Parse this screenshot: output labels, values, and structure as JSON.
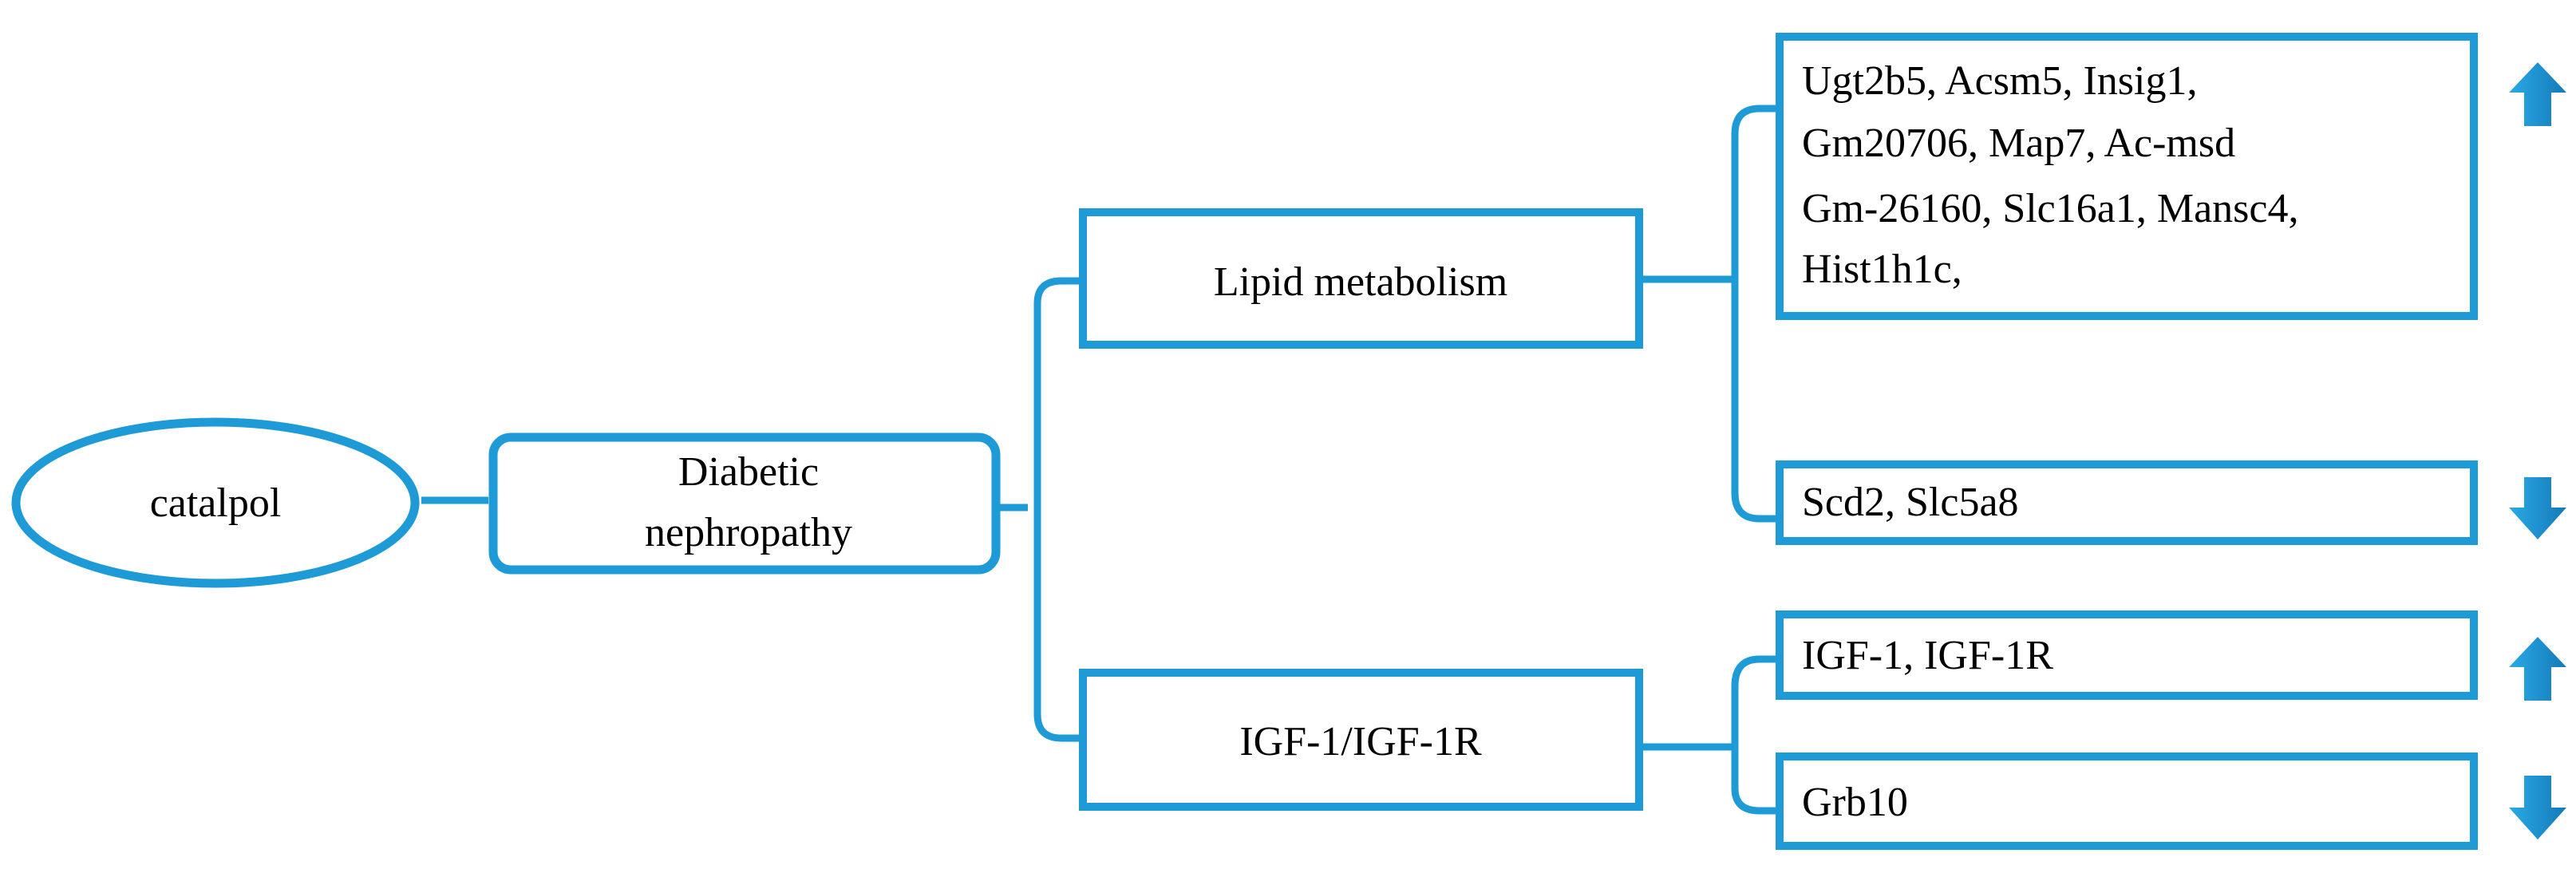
{
  "colors": {
    "stroke": "#1e9bd6",
    "text": "#000000",
    "arrow_light": "#2aaae6",
    "arrow_dark": "#1479b8"
  },
  "nodes": {
    "catalpol": "catalpol",
    "diabetic_line1": "Diabetic",
    "diabetic_line2": "nephropathy",
    "lipid": "Lipid metabolism",
    "igf": "IGF-1/IGF-1R"
  },
  "gene_boxes": {
    "lipid_up": [
      "Ugt2b5, Acsm5, Insig1,",
      "Gm20706, Map7, Ac-msd",
      "Gm-26160, Slc16a1, Mansc4,",
      "Hist1h1c,"
    ],
    "lipid_down": "Scd2, Slc5a8",
    "igf_up": "IGF-1, IGF-1R",
    "igf_down": "Grb10"
  },
  "arrows": {
    "lipid_up": "up-arrow-icon",
    "lipid_down": "down-arrow-icon",
    "igf_up": "up-arrow-icon",
    "igf_down": "down-arrow-icon"
  }
}
